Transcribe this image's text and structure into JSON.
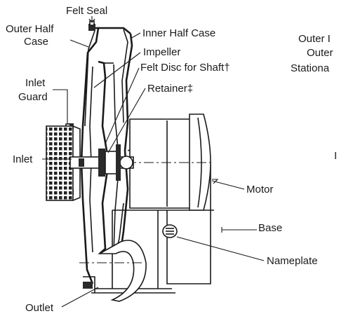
{
  "labels": {
    "felt_seal": "Felt Seal",
    "outer_half_case_1": "Outer Half",
    "outer_half_case_2": "Case",
    "inner_half_case": "Inner Half Case",
    "impeller": "Impeller",
    "felt_disc": "Felt Disc for Shaft†",
    "retainer": "Retainer‡",
    "inlet_guard_1": "Inlet",
    "inlet_guard_2": "Guard",
    "inlet": "Inlet",
    "motor": "Motor",
    "base": "Base",
    "nameplate": "Nameplate",
    "outlet": "Outlet"
  },
  "cropped_labels": {
    "line1": "Outer I",
    "line2": "Outer",
    "line3": "Stationa",
    "line4": "I"
  }
}
